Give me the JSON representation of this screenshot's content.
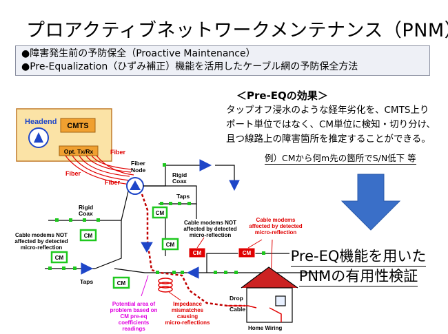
{
  "title": "プロアクティブネットワークメンテナンス（PNM）",
  "bullets": [
    "●障害発生前の予防保全（Proactive Maintenance）",
    "●Pre-Equalization（ひずみ補正）機能を活用したケーブル網の予防保全方法"
  ],
  "effect": {
    "title": "＜Pre-EQの効果＞",
    "lines": [
      "タップオフ浸水のような経年劣化を、CMTS上り",
      "ポート単位ではなく、CM単位に検知・切り分け、",
      "且つ線路上の障害箇所を推定することができる。"
    ],
    "example": "例）CMから何m先の箇所でS/N低下 等"
  },
  "conclusion": [
    "Pre-EQ機能を用いた",
    "PNMの有用性検証"
  ],
  "diagram": {
    "headend": "Headend",
    "cmts": "CMTS",
    "opt": "Opt. Tx/Rx",
    "fiber1": "Fiber",
    "fiber2": "Fiber",
    "fiber3": "Fiber",
    "fiber_node": [
      "Fiber",
      "Node"
    ],
    "rigid_coax_1": [
      "Rigid",
      "Coax"
    ],
    "rigid_coax_2": [
      "Rigid",
      "Coax"
    ],
    "taps_1": "Taps",
    "taps_2": "Taps",
    "cm": "CM",
    "cm_not_affected_1": [
      "Cable modems NOT",
      "affected by detected",
      "micro-reflection"
    ],
    "cm_not_affected_2": [
      "Cable modems NOT",
      "affected by detected",
      "micro-reflection"
    ],
    "cm_affected": [
      "Cable modems",
      "affected by detected",
      "micro-reflection"
    ],
    "potential_area": [
      "Potential area of",
      "problem based on",
      "CM pre-eq",
      "coefficients",
      "readings"
    ],
    "impedance": [
      "Impedance",
      "mismatches",
      "causing",
      "micro-reflections"
    ],
    "drop": "Drop",
    "cable": "Cable",
    "home_wiring": "Home Wiring"
  },
  "colors": {
    "green": "#1ec81e",
    "red": "#e00000",
    "blue": "#1e46c8",
    "magenta": "#e000e0",
    "cmts_orange": "#f0a030",
    "headend_bg": "#fbe3a6",
    "arrow_blue": "#3a6fc8"
  }
}
